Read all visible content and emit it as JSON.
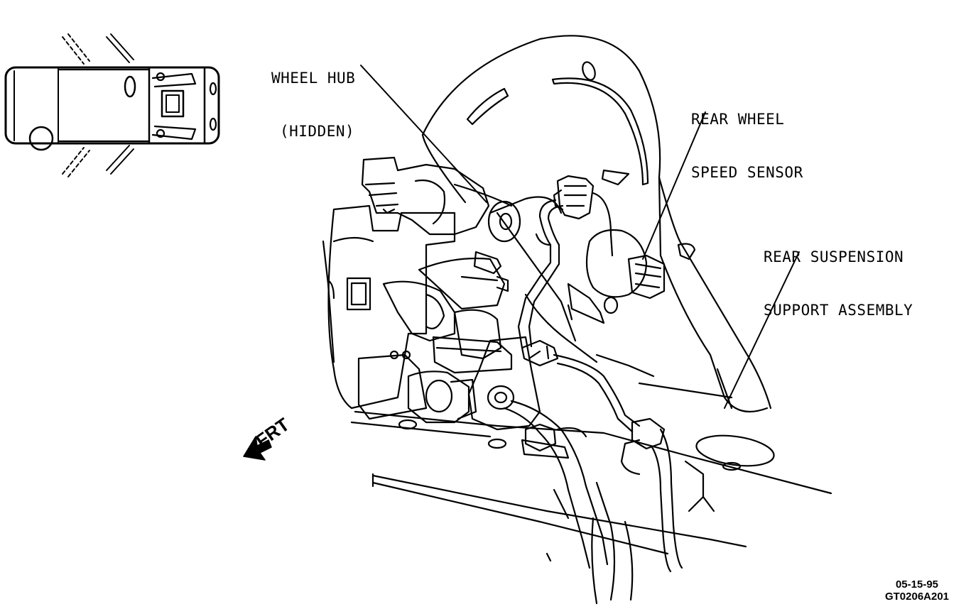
{
  "callouts": {
    "wheel_hub_line1": "WHEEL HUB",
    "wheel_hub_line2": "(HIDDEN)",
    "sensor_line1": "REAR WHEEL",
    "sensor_line2": "SPEED SENSOR",
    "support_line1": "REAR SUSPENSION",
    "support_line2": "SUPPORT ASSEMBLY"
  },
  "direction_label": "FRT",
  "stamp": {
    "date": "05-15-95",
    "code": "GT0206A201"
  },
  "colors": {
    "ink": "#000000",
    "paper": "#ffffff"
  }
}
